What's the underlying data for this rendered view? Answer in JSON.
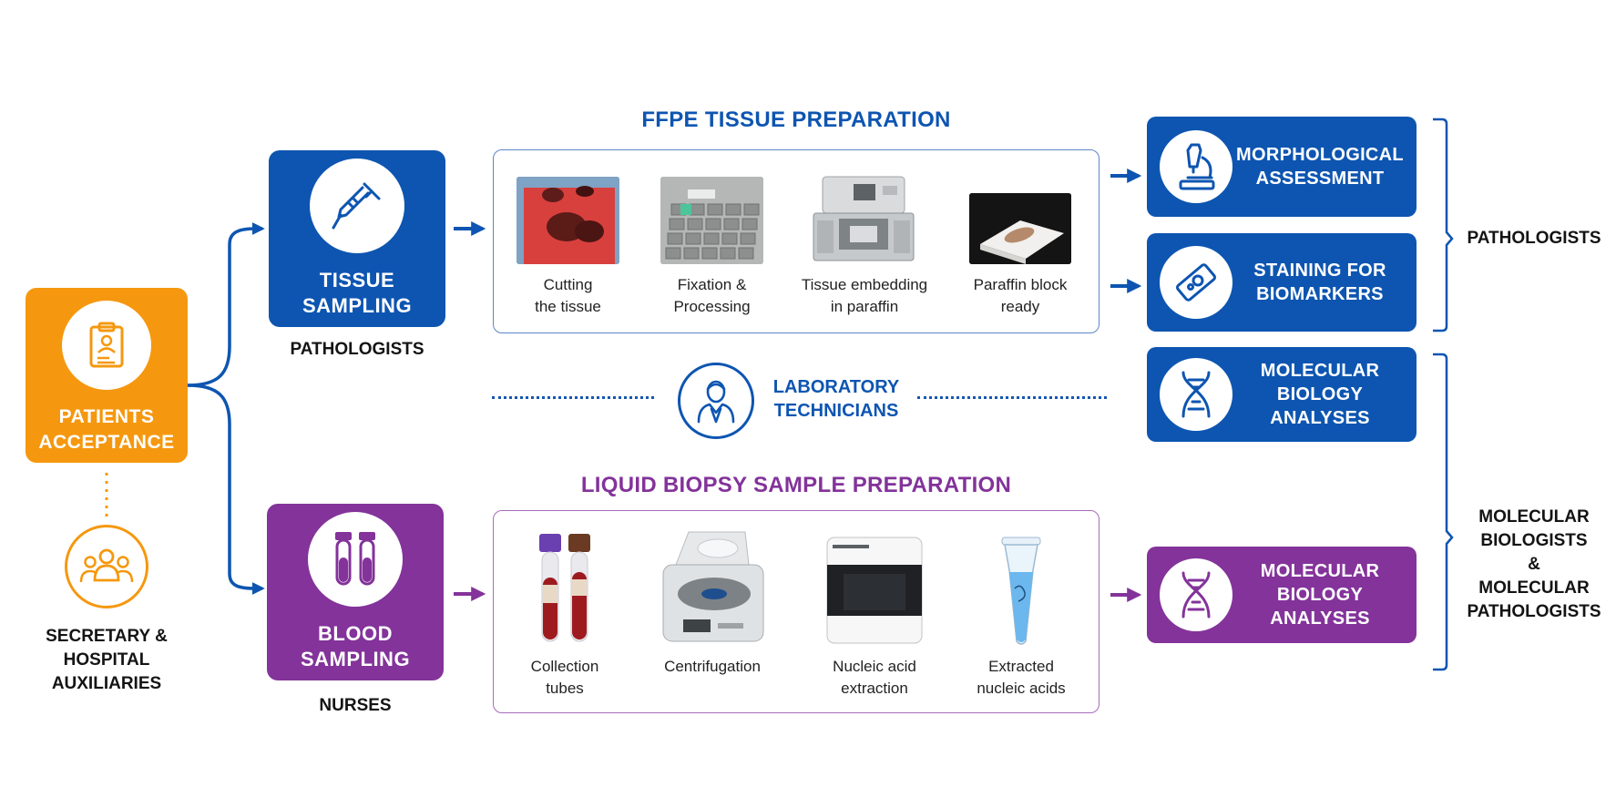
{
  "colors": {
    "orange": "#f5980f",
    "blue": "#0d55b1",
    "purple": "#83339a",
    "arrow_gray": "#8c8c8c",
    "text_dark": "#141414"
  },
  "patients": {
    "label": "PATIENTS\nACCEPTANCE",
    "icon": "clipboard-icon"
  },
  "secretary": {
    "label": "SECRETARY &\nHOSPITAL\nAUXILIARIES",
    "icon": "group-icon"
  },
  "tissue_sampling": {
    "label": "TISSUE\nSAMPLING",
    "role": "PATHOLOGISTS",
    "icon": "syringe-icon"
  },
  "blood_sampling": {
    "label": "BLOOD\nSAMPLING",
    "role": "NURSES",
    "icon": "blood-tubes-icon"
  },
  "ffpe": {
    "title": "FFPE TISSUE PREPARATION",
    "steps": [
      {
        "caption": "Cutting\nthe tissue",
        "icon": "tissue-cutting-photo"
      },
      {
        "caption": "Fixation &\nProcessing",
        "icon": "cassette-rack-photo"
      },
      {
        "caption": "Tissue embedding\nin paraffin",
        "icon": "embedding-station-photo"
      },
      {
        "caption": "Paraffin block\nready",
        "icon": "paraffin-block-photo"
      }
    ]
  },
  "lab": {
    "label": "LABORATORY\nTECHNICIANS",
    "icon": "technician-icon"
  },
  "liquid": {
    "title": "LIQUID BIOPSY SAMPLE PREPARATION",
    "steps": [
      {
        "caption": "Collection\ntubes",
        "icon": "collection-tubes-photo"
      },
      {
        "caption": "Centrifugation",
        "icon": "centrifuge-photo"
      },
      {
        "caption": "Nucleic acid\nextraction",
        "icon": "extraction-machine-photo"
      },
      {
        "caption": "Extracted\nnucleic acids",
        "icon": "eppendorf-tube-photo"
      }
    ]
  },
  "outcomes": {
    "morphological": {
      "label": "MORPHOLOGICAL\nASSESSMENT",
      "icon": "microscope-icon"
    },
    "staining": {
      "label": "STAINING FOR\nBIOMARKERS",
      "icon": "slide-icon"
    },
    "molecular_tissue": {
      "label": "MOLECULAR\nBIOLOGY ANALYSES",
      "icon": "dna-icon"
    },
    "molecular_blood": {
      "label": "MOLECULAR\nBIOLOGY ANALYSES",
      "icon": "dna-icon"
    }
  },
  "groups": {
    "pathologists": "PATHOLOGISTS",
    "molecular": "MOLECULAR\nBIOLOGISTS\n&\nMOLECULAR\nPATHOLOGISTS"
  }
}
